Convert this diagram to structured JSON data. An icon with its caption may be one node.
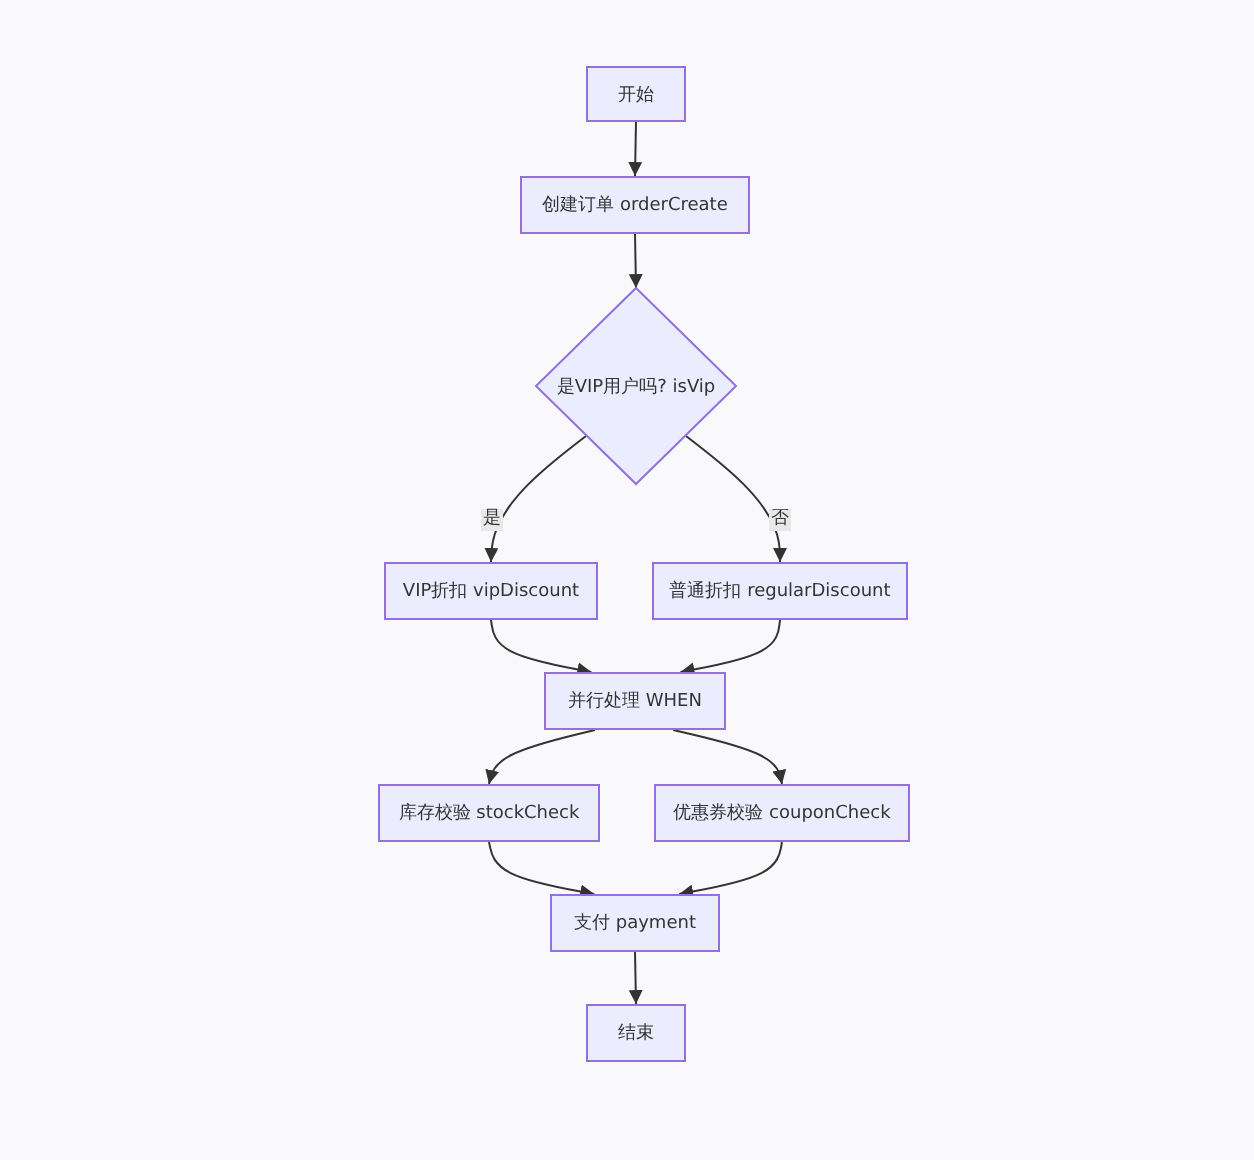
{
  "diagram": {
    "nodes": [
      {
        "text": [
          "开始"
        ]
      },
      {
        "text": [
          "创建订单 orderCreate"
        ]
      },
      {
        "text": [
          "是VIP用户吗? isVip"
        ]
      },
      {
        "text": [
          "VIP折扣 vipDiscount"
        ]
      },
      {
        "text": [
          "普通折扣 regularDiscount"
        ]
      },
      {
        "text": [
          "并行处理 WHEN"
        ]
      },
      {
        "text": [
          "库存校验 stockCheck"
        ]
      },
      {
        "text": [
          "优惠券校验 couponCheck"
        ]
      },
      {
        "text": [
          "支付 payment"
        ]
      },
      {
        "text": [
          "结束"
        ]
      }
    ],
    "edges": [
      {
        "from": 0,
        "to": 1,
        "arrow": "to"
      },
      {
        "from": 1,
        "to": 2,
        "arrow": "to"
      },
      {
        "from": 2,
        "to": 3,
        "arrow": "to",
        "label": "是"
      },
      {
        "from": 2,
        "to": 4,
        "arrow": "to",
        "label": "否"
      },
      {
        "from": 3,
        "to": 5,
        "arrow": "to"
      },
      {
        "from": 4,
        "to": 5,
        "arrow": "to"
      },
      {
        "from": 5,
        "to": 6,
        "arrow": "to"
      },
      {
        "from": 5,
        "to": 7,
        "arrow": "to"
      },
      {
        "from": 6,
        "to": 8,
        "arrow": "to"
      },
      {
        "from": 7,
        "to": 8,
        "arrow": "to"
      },
      {
        "from": 8,
        "to": 9,
        "arrow": "to"
      }
    ]
  }
}
